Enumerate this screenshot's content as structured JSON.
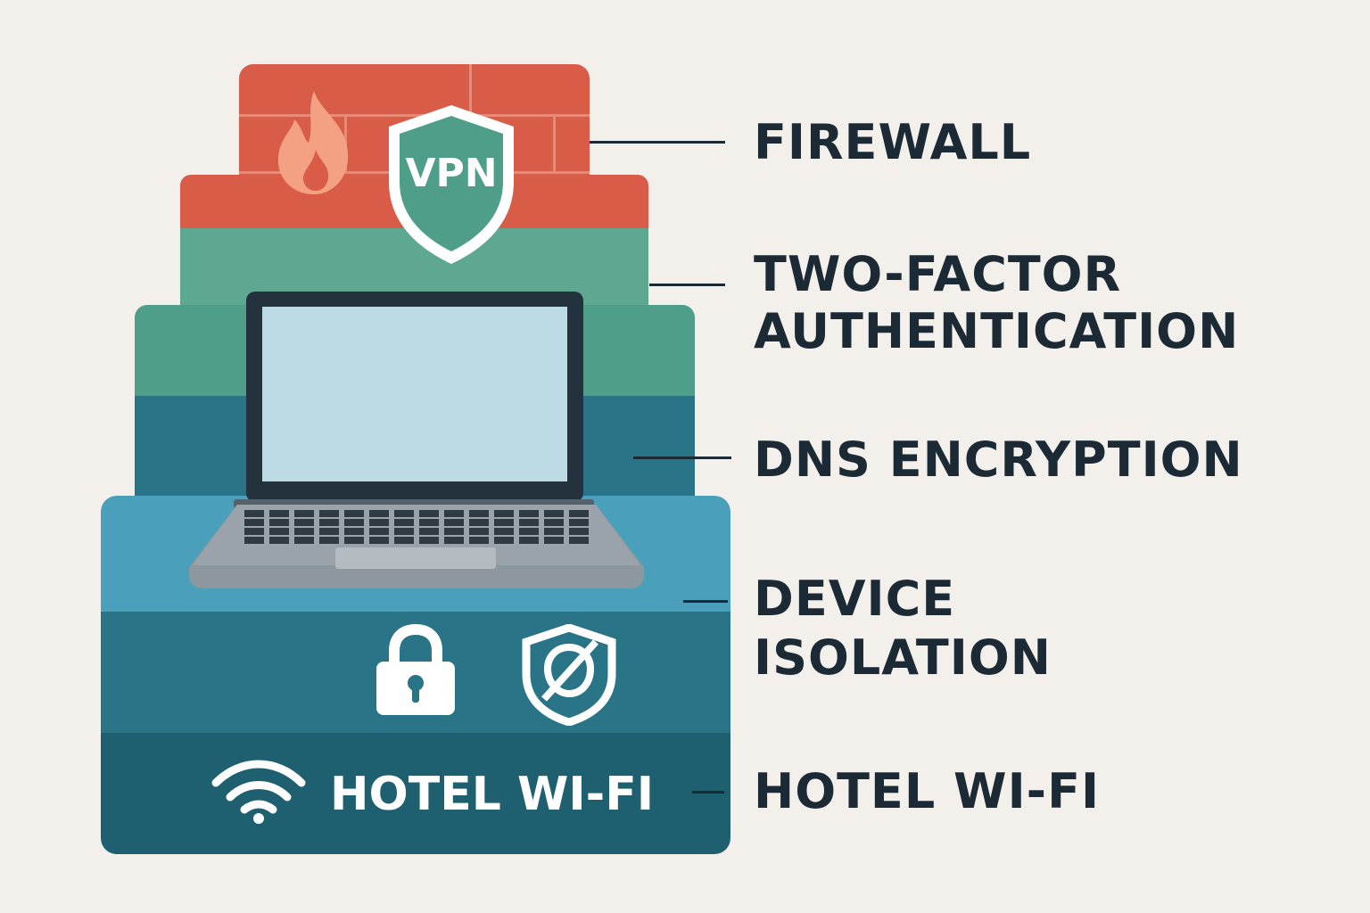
{
  "labels": {
    "firewall": "FIREWALL",
    "two_factor_line1": "TWO-FACTOR",
    "two_factor_line2": "AUTHENTICATION",
    "dns": "DNS ENCRYPTION",
    "device_line1": "DEVICE",
    "device_line2": "ISOLATION",
    "hotel_wifi": "HOTEL WI-FI"
  },
  "stack": {
    "base_label": "HOTEL WI-FI",
    "vpn_badge": "VPN"
  },
  "icons": [
    "fire-icon",
    "vpn-shield-icon",
    "laptop-icon",
    "lock-icon",
    "shield-block-icon",
    "wifi-icon"
  ],
  "colors": {
    "background": "#f3f0eb",
    "firewall_red": "#d95c48",
    "firewall_red_light": "#e98a76",
    "green": "#4f9e89",
    "teal_dark": "#2a7488",
    "teal_light": "#4aa0ba",
    "navy_base": "#1e5f70",
    "text": "#1b2a35"
  }
}
